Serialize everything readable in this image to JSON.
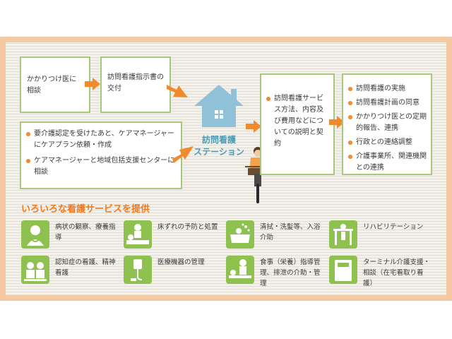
{
  "flow": {
    "box1": "かかりつけ医に相談",
    "box2": "訪問看護指示書の交付",
    "box3": {
      "items": [
        "要介護認定を受けたあと、ケアマネージャーにケアプラン依頼・作成",
        "ケアマネージャーと地域包括支援センターに相談"
      ]
    },
    "station": {
      "line1": "訪問看護",
      "line2": "ステーション"
    },
    "box4": "訪問看護サービス方法、内容及び費用などについての説明と契約",
    "box5": {
      "items": [
        "訪問看護の実施",
        "訪問看護計画の同意",
        "かかりつけ医との定期的報告、連携",
        "行政との連絡調整",
        "介護事業所、関連機関との連携"
      ]
    }
  },
  "services": {
    "title": "いろいろな看護サービスを提供",
    "items": [
      {
        "label": "病状の観察、療養指導",
        "icon": "doctor-icon"
      },
      {
        "label": "床ずれの予防と処置",
        "icon": "bedsore-care-icon"
      },
      {
        "label": "清拭・洗髪等、入浴介助",
        "icon": "bath-icon"
      },
      {
        "label": "リハビリテーション",
        "icon": "rehabilitation-icon"
      },
      {
        "label": "認知症の看護、精神看護",
        "icon": "dementia-care-icon"
      },
      {
        "label": "医療機器の管理",
        "icon": "iv-drip-icon"
      },
      {
        "label": "食事（栄養）指導管理、排泄の介助・管理",
        "icon": "meal-icon"
      },
      {
        "label": "ターミナル介護支援・相談（在宅看取り看護）",
        "icon": "terminal-care-bed-icon"
      }
    ]
  },
  "colors": {
    "frame": "#f4c9a4",
    "box_border": "#a9c97a",
    "arrow": "#f08a2c",
    "title_orange": "#f07a1e",
    "house_blue": "#8fc2d8",
    "icon_green": "#8ec150"
  }
}
